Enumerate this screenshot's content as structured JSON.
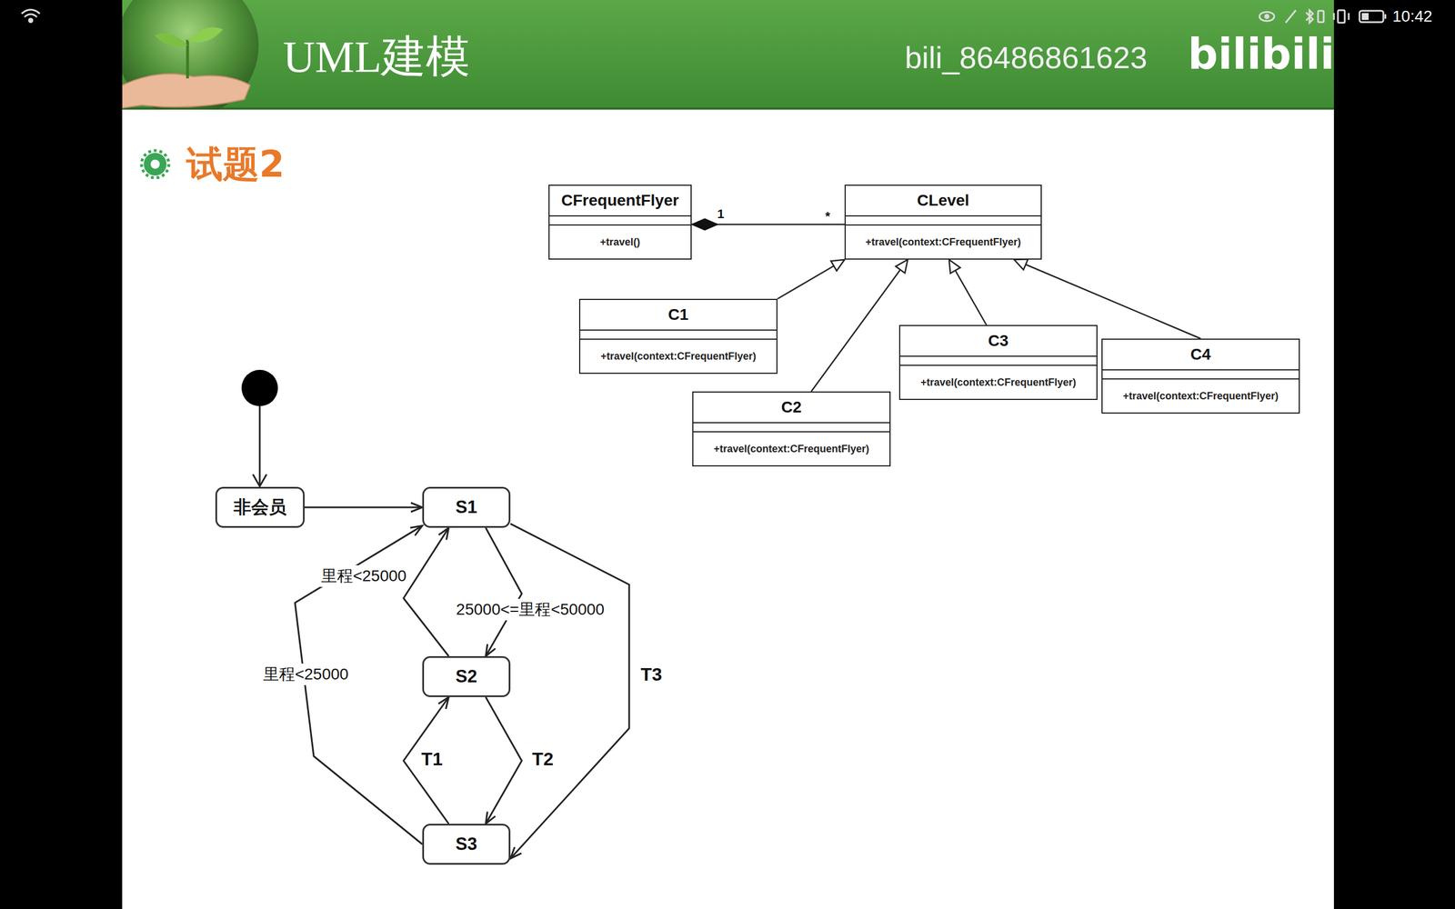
{
  "diagram": {
    "title": "试题2",
    "nodes": [
      {
        "text": [
          "CFrequentFlyer",
          "+travel()"
        ]
      },
      {
        "text": [
          "CLevel",
          "+travel(context:CFrequentFlyer)"
        ]
      },
      {
        "text": [
          "C1",
          "+travel(context:CFrequentFlyer)"
        ]
      },
      {
        "text": [
          "C2",
          "+travel(context:CFrequentFlyer)"
        ]
      },
      {
        "text": [
          "C3",
          "+travel(context:CFrequentFlyer)"
        ]
      },
      {
        "text": [
          "C4",
          "+travel(context:CFrequentFlyer)"
        ]
      },
      {
        "text": [
          "非会员"
        ]
      },
      {
        "text": [
          "S1"
        ]
      },
      {
        "text": [
          "S2"
        ]
      },
      {
        "text": [
          "S3"
        ]
      }
    ],
    "edges": [
      {
        "from": 1,
        "to": 0,
        "arrow": "to"
      },
      {
        "from": 2,
        "to": 1,
        "arrow": "to"
      },
      {
        "from": 3,
        "to": 1,
        "arrow": "to"
      },
      {
        "from": 4,
        "to": 1,
        "arrow": "to"
      },
      {
        "from": 5,
        "to": 1,
        "arrow": "to"
      },
      {
        "from": 6,
        "to": 7,
        "arrow": "to"
      },
      {
        "from": 7,
        "to": 8,
        "arrow": "to",
        "label": "25000<=里程<50000"
      },
      {
        "from": 8,
        "to": 7,
        "arrow": "to",
        "label": "里程<25000"
      },
      {
        "from": 9,
        "to": 7,
        "arrow": "to",
        "label": "里程<25000"
      },
      {
        "from": 7,
        "to": 9,
        "arrow": "to",
        "label": "T3"
      },
      {
        "from": 9,
        "to": 8,
        "arrow": "to",
        "label": "T1"
      },
      {
        "from": 8,
        "to": 9,
        "arrow": "to",
        "label": "T2"
      }
    ],
    "labels": [
      "10:42",
      "UML建模",
      "bili_86486861623",
      "bilibili",
      "1",
      "*"
    ]
  }
}
